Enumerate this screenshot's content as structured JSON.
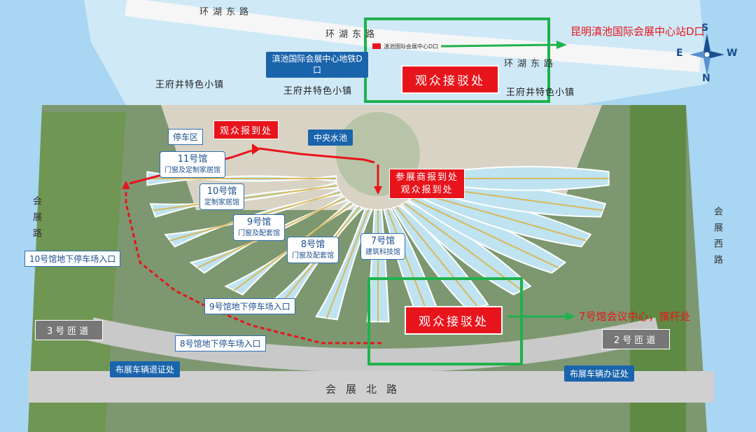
{
  "roads": {
    "north": "环湖东路",
    "east": "会展西路",
    "west": "会展路",
    "south": "会展北路",
    "ramp_west": "3号匝道",
    "ramp_east": "2号匝道"
  },
  "towns": [
    "王府井特色小镇",
    "王府井特色小镇",
    "王府井特色小镇"
  ],
  "metro": {
    "exit_label": "滇池国际会展中心地铁D口",
    "small_label": "滇池国际会展中心D口",
    "station_label": "昆明滇池国际会展中心站D口"
  },
  "pickup": {
    "top": "观众接驳处",
    "bottom": "观众接驳处"
  },
  "registration": {
    "visitor": "观众报到处",
    "exhibitor_line1": "参展商报到处",
    "exhibitor_line2": "观众报到处"
  },
  "areas": {
    "parking": "停车区",
    "pool": "中央水池"
  },
  "halls": [
    {
      "num": "11号馆",
      "sub": "门窗及定制家居馆"
    },
    {
      "num": "10号馆",
      "sub": "定制家居馆"
    },
    {
      "num": "9号馆",
      "sub": "门窗及配套馆"
    },
    {
      "num": "8号馆",
      "sub": "门窗及配套馆"
    },
    {
      "num": "7号馆",
      "sub": "建筑科技馆"
    }
  ],
  "parking_entrances": {
    "hall10": "10号馆地下停车场入口",
    "hall9": "9号馆地下停车场入口",
    "hall8": "8号馆地下停车场入口"
  },
  "vehicles": {
    "exit": "布展车辆退证处",
    "register": "布展车辆办证处"
  },
  "conference": "7号馆会议中心，旗杆处",
  "compass": {
    "n": "N",
    "s": "S",
    "e": "E",
    "w": "W"
  }
}
